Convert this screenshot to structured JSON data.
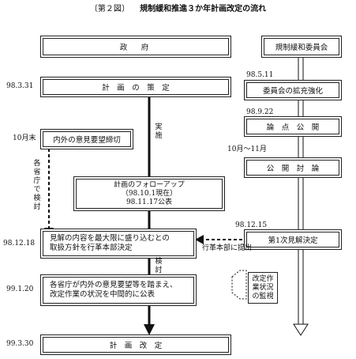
{
  "title": {
    "figure": "〔第２図〕",
    "text": "規制緩和推進３か年計画改定の流れ"
  },
  "left": {
    "header": "政　府",
    "boxes": {
      "plan": "計　画　の　策　定",
      "opinion": "内外の意見要望締切",
      "followup": [
        "計画のフォローアップ",
        "（98.10.1現在）",
        "98.11.17公表"
      ],
      "policy": [
        "見解の内容を最大限に盛り込むとの",
        "取扱方針を行革本部決定"
      ],
      "publish": [
        "各省庁が内外の意見要望等を踏まえ、",
        "改定作業の状況を中間的に公表"
      ],
      "revise": "計　画　改　定"
    },
    "dates": {
      "d1": "98.3.31",
      "d2": "10月末",
      "d3": "98.12.18",
      "d4": "99.1.20",
      "d5": "99.3.30"
    },
    "vertical": {
      "jisshi": "実施",
      "ministry": "各省庁で検討",
      "kento": "検討"
    }
  },
  "right": {
    "header": "規制緩和委員会",
    "boxes": {
      "expand": "委員会の拡充強化",
      "issues": "論　点　公　開",
      "debate": "公　開　討　論",
      "firstview": "第1次見解決定"
    },
    "dates": {
      "d1": "98.5.11",
      "d2": "98.9.22",
      "d3": "10月～11月",
      "d4": "98.12.15"
    },
    "submit": "行革本部に提出",
    "monitor": [
      "改定作",
      "業状況",
      "の監視"
    ]
  }
}
